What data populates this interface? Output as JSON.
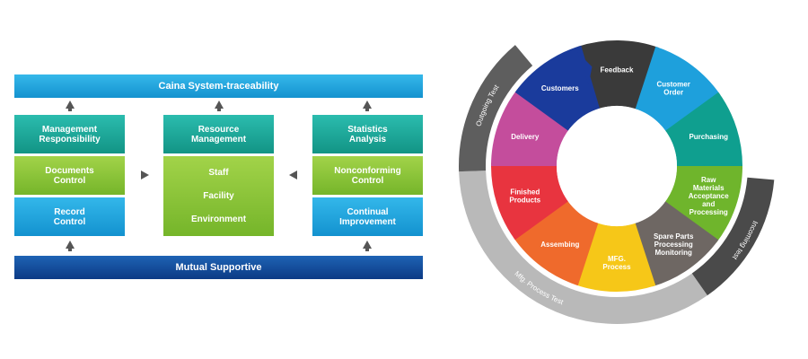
{
  "left_diagram": {
    "top_bar": "Caina System-traceability",
    "bottom_bar": "Mutual Supportive",
    "col1": [
      "Management\nResponsibility",
      "Documents\nControl",
      "Record\nControl"
    ],
    "col2_header": "Resource\nManagement",
    "col2_items": [
      "Staff",
      "Facility",
      "Environment"
    ],
    "col3": [
      "Statistics\nAnalysis",
      "Nonconforming\nControl",
      "Continual\nImprovement"
    ]
  },
  "wheel": {
    "segments": [
      {
        "label": "Feedback",
        "color": "#3a3a3a"
      },
      {
        "label": "Customer Order",
        "color": "#1ea0dc"
      },
      {
        "label": "Purchasing",
        "color": "#0f9f8f"
      },
      {
        "label": "Raw Materials Acceptance and Processing",
        "color": "#6fb52c"
      },
      {
        "label": "Spare Parts Processing Monitoring",
        "color": "#6e6763"
      },
      {
        "label": "MFG. Process",
        "color": "#f6c718"
      },
      {
        "label": "Assembing",
        "color": "#ef6a2c"
      },
      {
        "label": "Finished Products",
        "color": "#e8343f"
      },
      {
        "label": "Delivery",
        "color": "#c44d9c"
      },
      {
        "label": "Customers",
        "color": "#1a3b9c"
      }
    ],
    "ring_labels": {
      "outgoing": "Outgoing Test",
      "incoming": "Incoming test",
      "process": "Mfg. Process Test"
    }
  }
}
